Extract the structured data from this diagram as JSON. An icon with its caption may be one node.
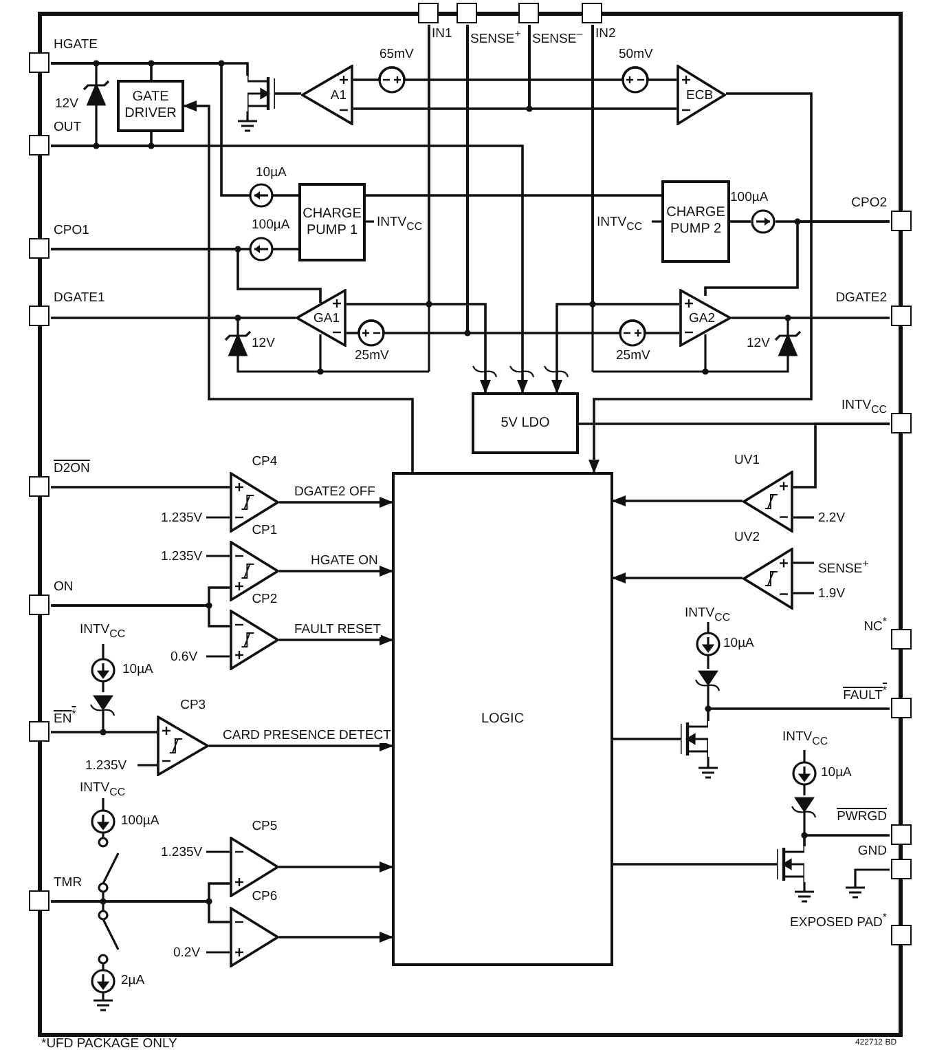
{
  "diagram": {
    "nodes": [
      {
        "text": [
          "HGATE"
        ]
      },
      {
        "text": [
          "OUT"
        ]
      },
      {
        "text": [
          "CPO1"
        ]
      },
      {
        "text": [
          "DGATE1"
        ]
      },
      {
        "text": [
          "D2ON"
        ]
      },
      {
        "text": [
          "ON"
        ]
      },
      {
        "text": [
          "EN$^{*}$"
        ]
      },
      {
        "text": [
          "TMR"
        ]
      },
      {
        "text": [
          "IN1"
        ]
      },
      {
        "text": [
          "SENSE$^{+}$"
        ]
      },
      {
        "text": [
          "SENSE$^{–}$"
        ]
      },
      {
        "text": [
          "IN2"
        ]
      },
      {
        "text": [
          "CPO2"
        ]
      },
      {
        "text": [
          "DGATE2"
        ]
      },
      {
        "text": [
          "INTV$_{CC}$"
        ]
      },
      {
        "text": [
          "NC$^{*}$"
        ]
      },
      {
        "text": [
          "FAULT$^{*}$"
        ]
      },
      {
        "text": [
          "PWRGD"
        ]
      },
      {
        "text": [
          "GND"
        ]
      },
      {
        "text": [
          "EXPOSED PAD$^{*}$"
        ]
      },
      {
        "text": [
          "GATE DRIVER"
        ]
      },
      {
        "text": [
          "A1"
        ]
      },
      {
        "text": [
          "ECB"
        ]
      },
      {
        "text": [
          "CHARGE PUMP 1"
        ]
      },
      {
        "text": [
          "CHARGE PUMP 2"
        ]
      },
      {
        "text": [
          "GA1"
        ]
      },
      {
        "text": [
          "GA2"
        ]
      },
      {
        "text": [
          "5V LDO"
        ]
      },
      {
        "text": [
          "CP4"
        ]
      },
      {
        "text": [
          "CP1"
        ]
      },
      {
        "text": [
          "CP2"
        ]
      },
      {
        "text": [
          "CP3"
        ]
      },
      {
        "text": [
          "CP5"
        ]
      },
      {
        "text": [
          "CP6"
        ]
      },
      {
        "text": [
          "UV1"
        ]
      },
      {
        "text": [
          "UV2"
        ]
      },
      {
        "text": [
          "LOGIC"
        ]
      },
      {
        "text": [],
        "shape": "transistor"
      },
      {
        "text": [],
        "shape": "transistor"
      },
      {
        "text": [],
        "shape": "transistor"
      },
      {
        "text": [],
        "shape": "circle"
      },
      {
        "text": [],
        "shape": "circle"
      },
      {
        "text": [],
        "shape": "circle"
      }
    ],
    "edges": [
      {
        "from": 28,
        "to": 36,
        "arrow": "to",
        "label": "DGATE2 OFF"
      },
      {
        "from": 29,
        "to": 36,
        "arrow": "to",
        "label": "HGATE ON"
      },
      {
        "from": 30,
        "to": 36,
        "arrow": "to",
        "label": "FAULT RESET"
      },
      {
        "from": 31,
        "to": 36,
        "arrow": "to",
        "label": "CARD PRESENCE DETECT"
      },
      {
        "from": 32,
        "to": 36,
        "arrow": "to"
      },
      {
        "from": 33,
        "to": 36,
        "arrow": "to"
      },
      {
        "from": 34,
        "to": 36,
        "arrow": "to"
      },
      {
        "from": 35,
        "to": 36,
        "arrow": "to"
      },
      {
        "from": 22,
        "to": 36,
        "arrow": "to"
      },
      {
        "from": 36,
        "to": 20,
        "arrow": "to"
      },
      {
        "from": 4,
        "to": 28,
        "arrow": "none"
      },
      {
        "from": 5,
        "to": 29,
        "arrow": "none"
      },
      {
        "from": 5,
        "to": 30,
        "arrow": "none"
      },
      {
        "from": 6,
        "to": 31,
        "arrow": "none"
      },
      {
        "from": 7,
        "to": 32,
        "arrow": "none"
      },
      {
        "from": 7,
        "to": 33,
        "arrow": "none"
      },
      {
        "from": 25,
        "to": 3,
        "arrow": "none"
      },
      {
        "from": 26,
        "to": 13,
        "arrow": "none"
      },
      {
        "from": 27,
        "to": 14,
        "arrow": "none"
      },
      {
        "from": 14,
        "to": 34,
        "arrow": "none"
      },
      {
        "from": 1,
        "to": 20,
        "arrow": "none"
      },
      {
        "from": 0,
        "to": 20,
        "arrow": "none"
      },
      {
        "from": 23,
        "to": 40,
        "arrow": "none"
      },
      {
        "from": 1,
        "to": 27,
        "arrow": "to"
      },
      {
        "from": 8,
        "to": 27,
        "arrow": "to"
      },
      {
        "from": 11,
        "to": 27,
        "arrow": "to"
      },
      {
        "from": 8,
        "to": 25,
        "arrow": "none"
      },
      {
        "from": 11,
        "to": 26,
        "arrow": "none"
      },
      {
        "from": 10,
        "to": 22,
        "arrow": "none"
      },
      {
        "from": 10,
        "to": 21,
        "arrow": "none"
      },
      {
        "from": 9,
        "to": 25,
        "arrow": "none"
      },
      {
        "from": 9,
        "to": 26,
        "arrow": "none"
      },
      {
        "from": 21,
        "to": 22,
        "arrow": "none"
      },
      {
        "from": 23,
        "to": 24,
        "arrow": "none"
      },
      {
        "from": 23,
        "to": 41,
        "arrow": "none"
      },
      {
        "from": 2,
        "to": 25,
        "arrow": "none"
      },
      {
        "from": 24,
        "to": 42,
        "arrow": "none"
      },
      {
        "from": 12,
        "to": 26,
        "arrow": "none"
      },
      {
        "from": 36,
        "to": 38,
        "arrow": "none"
      },
      {
        "from": 38,
        "to": 16,
        "arrow": "none"
      },
      {
        "from": 36,
        "to": 39,
        "arrow": "none"
      },
      {
        "from": 39,
        "to": 17,
        "arrow": "none"
      },
      {
        "from": 21,
        "to": 37,
        "arrow": "none"
      },
      {
        "from": 0,
        "to": 37,
        "arrow": "none"
      },
      {
        "from": 40,
        "to": 0,
        "arrow": "none"
      },
      {
        "from": 41,
        "to": 2,
        "arrow": "none"
      },
      {
        "from": 42,
        "to": 12,
        "arrow": "none"
      }
    ],
    "labels": [
      "12V",
      "65mV",
      "50mV",
      "10µA",
      "100µA",
      "INTV$_{CC}$",
      "INTV$_{CC}$",
      "100µA",
      "12V",
      "25mV",
      "25mV",
      "12V",
      "1.235V",
      "1.235V",
      "INTV$_{CC}$",
      "10µA",
      "0.6V",
      "1.235V",
      "INTV$_{CC}$",
      "100µA",
      "1.235V",
      "0.2V",
      "2µA",
      "2.2V",
      "SENSE$^{+}$",
      "1.9V",
      "INTV$_{CC}$",
      "10µA",
      "INTV$_{CC}$",
      "10µA",
      "*UFD PACKAGE ONLY",
      "422712 BD"
    ]
  }
}
